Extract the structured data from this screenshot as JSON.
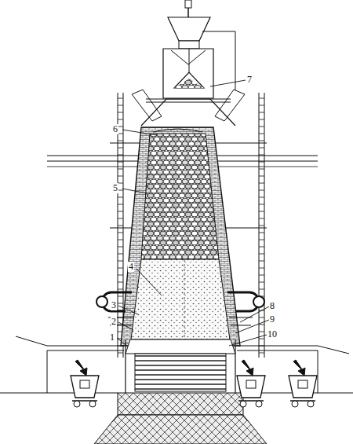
{
  "diagram": {
    "labels": [
      "7",
      "6",
      "5",
      "4",
      "3",
      "8",
      "2",
      "9",
      "1",
      "10"
    ]
  }
}
